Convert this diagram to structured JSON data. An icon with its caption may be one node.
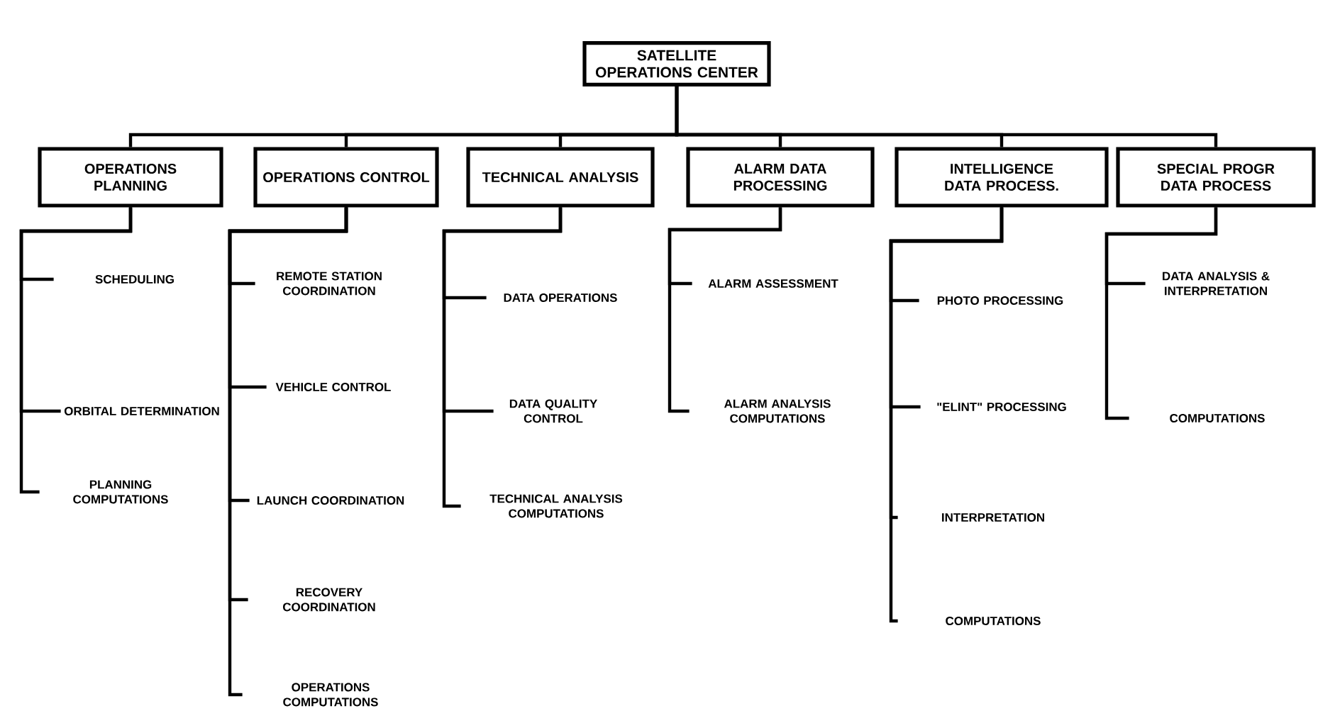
{
  "diagram": {
    "nodes": [
      {
        "text": [
          "SATELLITE OPERATIONS CENTER"
        ]
      },
      {
        "text": [
          "OPERATIONS PLANNING"
        ]
      },
      {
        "text": [
          "OPERATIONS CONTROL"
        ]
      },
      {
        "text": [
          "TECHNICAL ANALYSIS"
        ]
      },
      {
        "text": [
          "ALARM DATA PROCESSING"
        ]
      },
      {
        "text": [
          "INTELLIGENCE DATA PROCESS."
        ]
      },
      {
        "text": [
          "SPECIAL PROGR DATA PROCESS"
        ]
      },
      {
        "text": [
          "SCHEDULING"
        ]
      },
      {
        "text": [
          "ORBITAL DETERMINATION"
        ]
      },
      {
        "text": [
          "PLANNING COMPUTATIONS"
        ]
      },
      {
        "text": [
          "REMOTE STATION COORDINATION"
        ]
      },
      {
        "text": [
          "VEHICLE CONTROL"
        ]
      },
      {
        "text": [
          "LAUNCH COORDINATION"
        ]
      },
      {
        "text": [
          "RECOVERY COORDINATION"
        ]
      },
      {
        "text": [
          "OPERATIONS COMPUTATIONS"
        ]
      },
      {
        "text": [
          "DATA OPERATIONS"
        ]
      },
      {
        "text": [
          "DATA QUALITY CONTROL"
        ]
      },
      {
        "text": [
          "TECHNICAL ANALYSIS COMPUTATIONS"
        ]
      },
      {
        "text": [
          "ALARM ASSESSMENT"
        ]
      },
      {
        "text": [
          "ALARM ANALYSIS COMPUTATIONS"
        ]
      },
      {
        "text": [
          "PHOTO PROCESSING"
        ]
      },
      {
        "text": [
          "\"ELINT\" PROCESSING"
        ]
      },
      {
        "text": [
          "INTERPRETATION"
        ]
      },
      {
        "text": [
          "COMPUTATIONS"
        ]
      },
      {
        "text": [
          "DATA ANALYSIS & INTERPRETATION"
        ]
      },
      {
        "text": [
          "COMPUTATIONS"
        ]
      }
    ],
    "edges": [
      {
        "from": 0,
        "to": 1,
        "arrow": "none"
      },
      {
        "from": 0,
        "to": 2,
        "arrow": "none"
      },
      {
        "from": 0,
        "to": 3,
        "arrow": "none"
      },
      {
        "from": 0,
        "to": 4,
        "arrow": "none"
      },
      {
        "from": 0,
        "to": 5,
        "arrow": "none"
      },
      {
        "from": 0,
        "to": 6,
        "arrow": "none"
      },
      {
        "from": 1,
        "to": 7,
        "arrow": "none"
      },
      {
        "from": 1,
        "to": 8,
        "arrow": "none"
      },
      {
        "from": 1,
        "to": 9,
        "arrow": "none"
      },
      {
        "from": 2,
        "to": 10,
        "arrow": "none"
      },
      {
        "from": 2,
        "to": 11,
        "arrow": "none"
      },
      {
        "from": 2,
        "to": 12,
        "arrow": "none"
      },
      {
        "from": 2,
        "to": 13,
        "arrow": "none"
      },
      {
        "from": 2,
        "to": 14,
        "arrow": "none"
      },
      {
        "from": 3,
        "to": 15,
        "arrow": "none"
      },
      {
        "from": 3,
        "to": 16,
        "arrow": "none"
      },
      {
        "from": 3,
        "to": 17,
        "arrow": "none"
      },
      {
        "from": 4,
        "to": 18,
        "arrow": "none"
      },
      {
        "from": 4,
        "to": 19,
        "arrow": "none"
      },
      {
        "from": 5,
        "to": 20,
        "arrow": "none"
      },
      {
        "from": 5,
        "to": 21,
        "arrow": "none"
      },
      {
        "from": 5,
        "to": 22,
        "arrow": "none"
      },
      {
        "from": 5,
        "to": 23,
        "arrow": "none"
      },
      {
        "from": 6,
        "to": 24,
        "arrow": "none"
      },
      {
        "from": 6,
        "to": 25,
        "arrow": "none"
      }
    ]
  }
}
